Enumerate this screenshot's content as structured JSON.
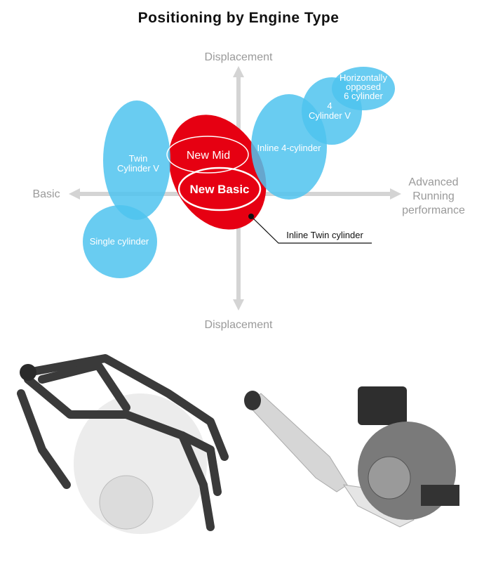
{
  "title": "Positioning by Engine Type",
  "axes": {
    "top": "Displacement",
    "bottom": "Displacement",
    "left": "Basic",
    "right": [
      "Advanced",
      "Running",
      "performance"
    ]
  },
  "groups": {
    "twin_v": [
      "Twin",
      "Cylinder V"
    ],
    "single": "Single cylinder",
    "inline4": "Inline 4-cylinder",
    "four_v": [
      "4",
      "Cylinder V"
    ],
    "horizontal6": [
      "Horizontally",
      "opposed",
      "6 cylinder"
    ],
    "new_mid": "New Mid",
    "new_basic": "New Basic"
  },
  "callout": "Inline Twin cylinder",
  "colors": {
    "blue": "#4fc3ef",
    "red": "#e60012",
    "axis": "#d4d4d4"
  }
}
